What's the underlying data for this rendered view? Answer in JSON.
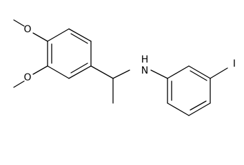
{
  "molecule": {
    "atom_labels": {
      "o_top": "O",
      "o_bottom": "O",
      "n": "H\nN",
      "n_h": "H",
      "n_n": "N",
      "iodine": "I"
    }
  }
}
